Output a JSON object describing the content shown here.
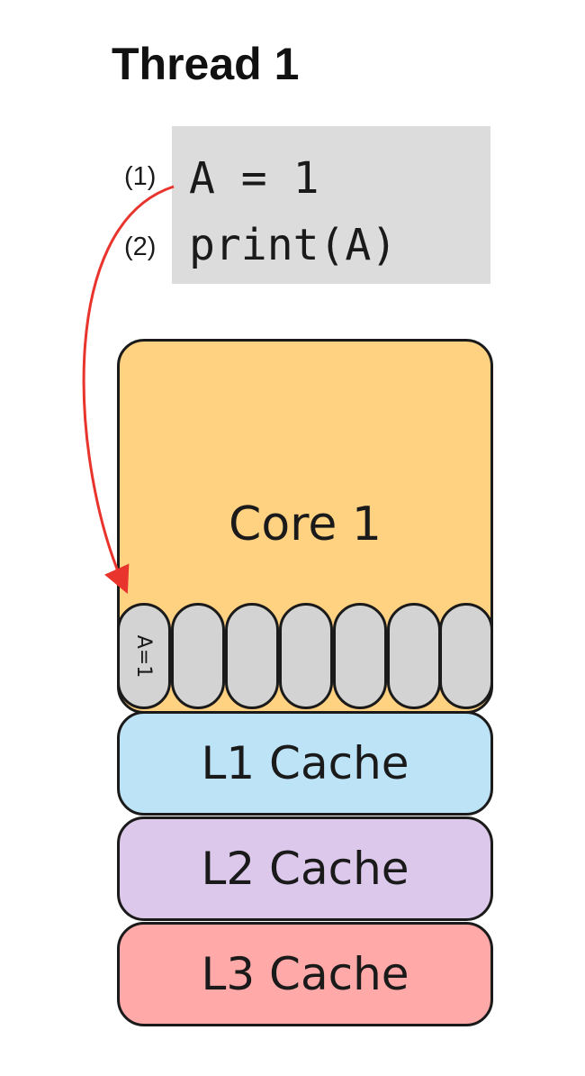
{
  "thread": {
    "title": "Thread 1",
    "steps": [
      {
        "number": "(1)",
        "code": "A = 1"
      },
      {
        "number": "(2)",
        "code": "print(A)"
      }
    ]
  },
  "core": {
    "label": "Core 1",
    "registers": [
      "A=1",
      "",
      "",
      "",
      "",
      "",
      ""
    ]
  },
  "caches": {
    "l1": "L1 Cache",
    "l2": "L2 Cache",
    "l3": "L3 Cache"
  },
  "colors": {
    "core": "#ffd282",
    "register": "#d3d3d3",
    "l1": "#bde3f7",
    "l2": "#dcc8ea",
    "l3": "#ffa9a9",
    "code_background": "#dcdcdc",
    "arrow": "#e8342c"
  }
}
